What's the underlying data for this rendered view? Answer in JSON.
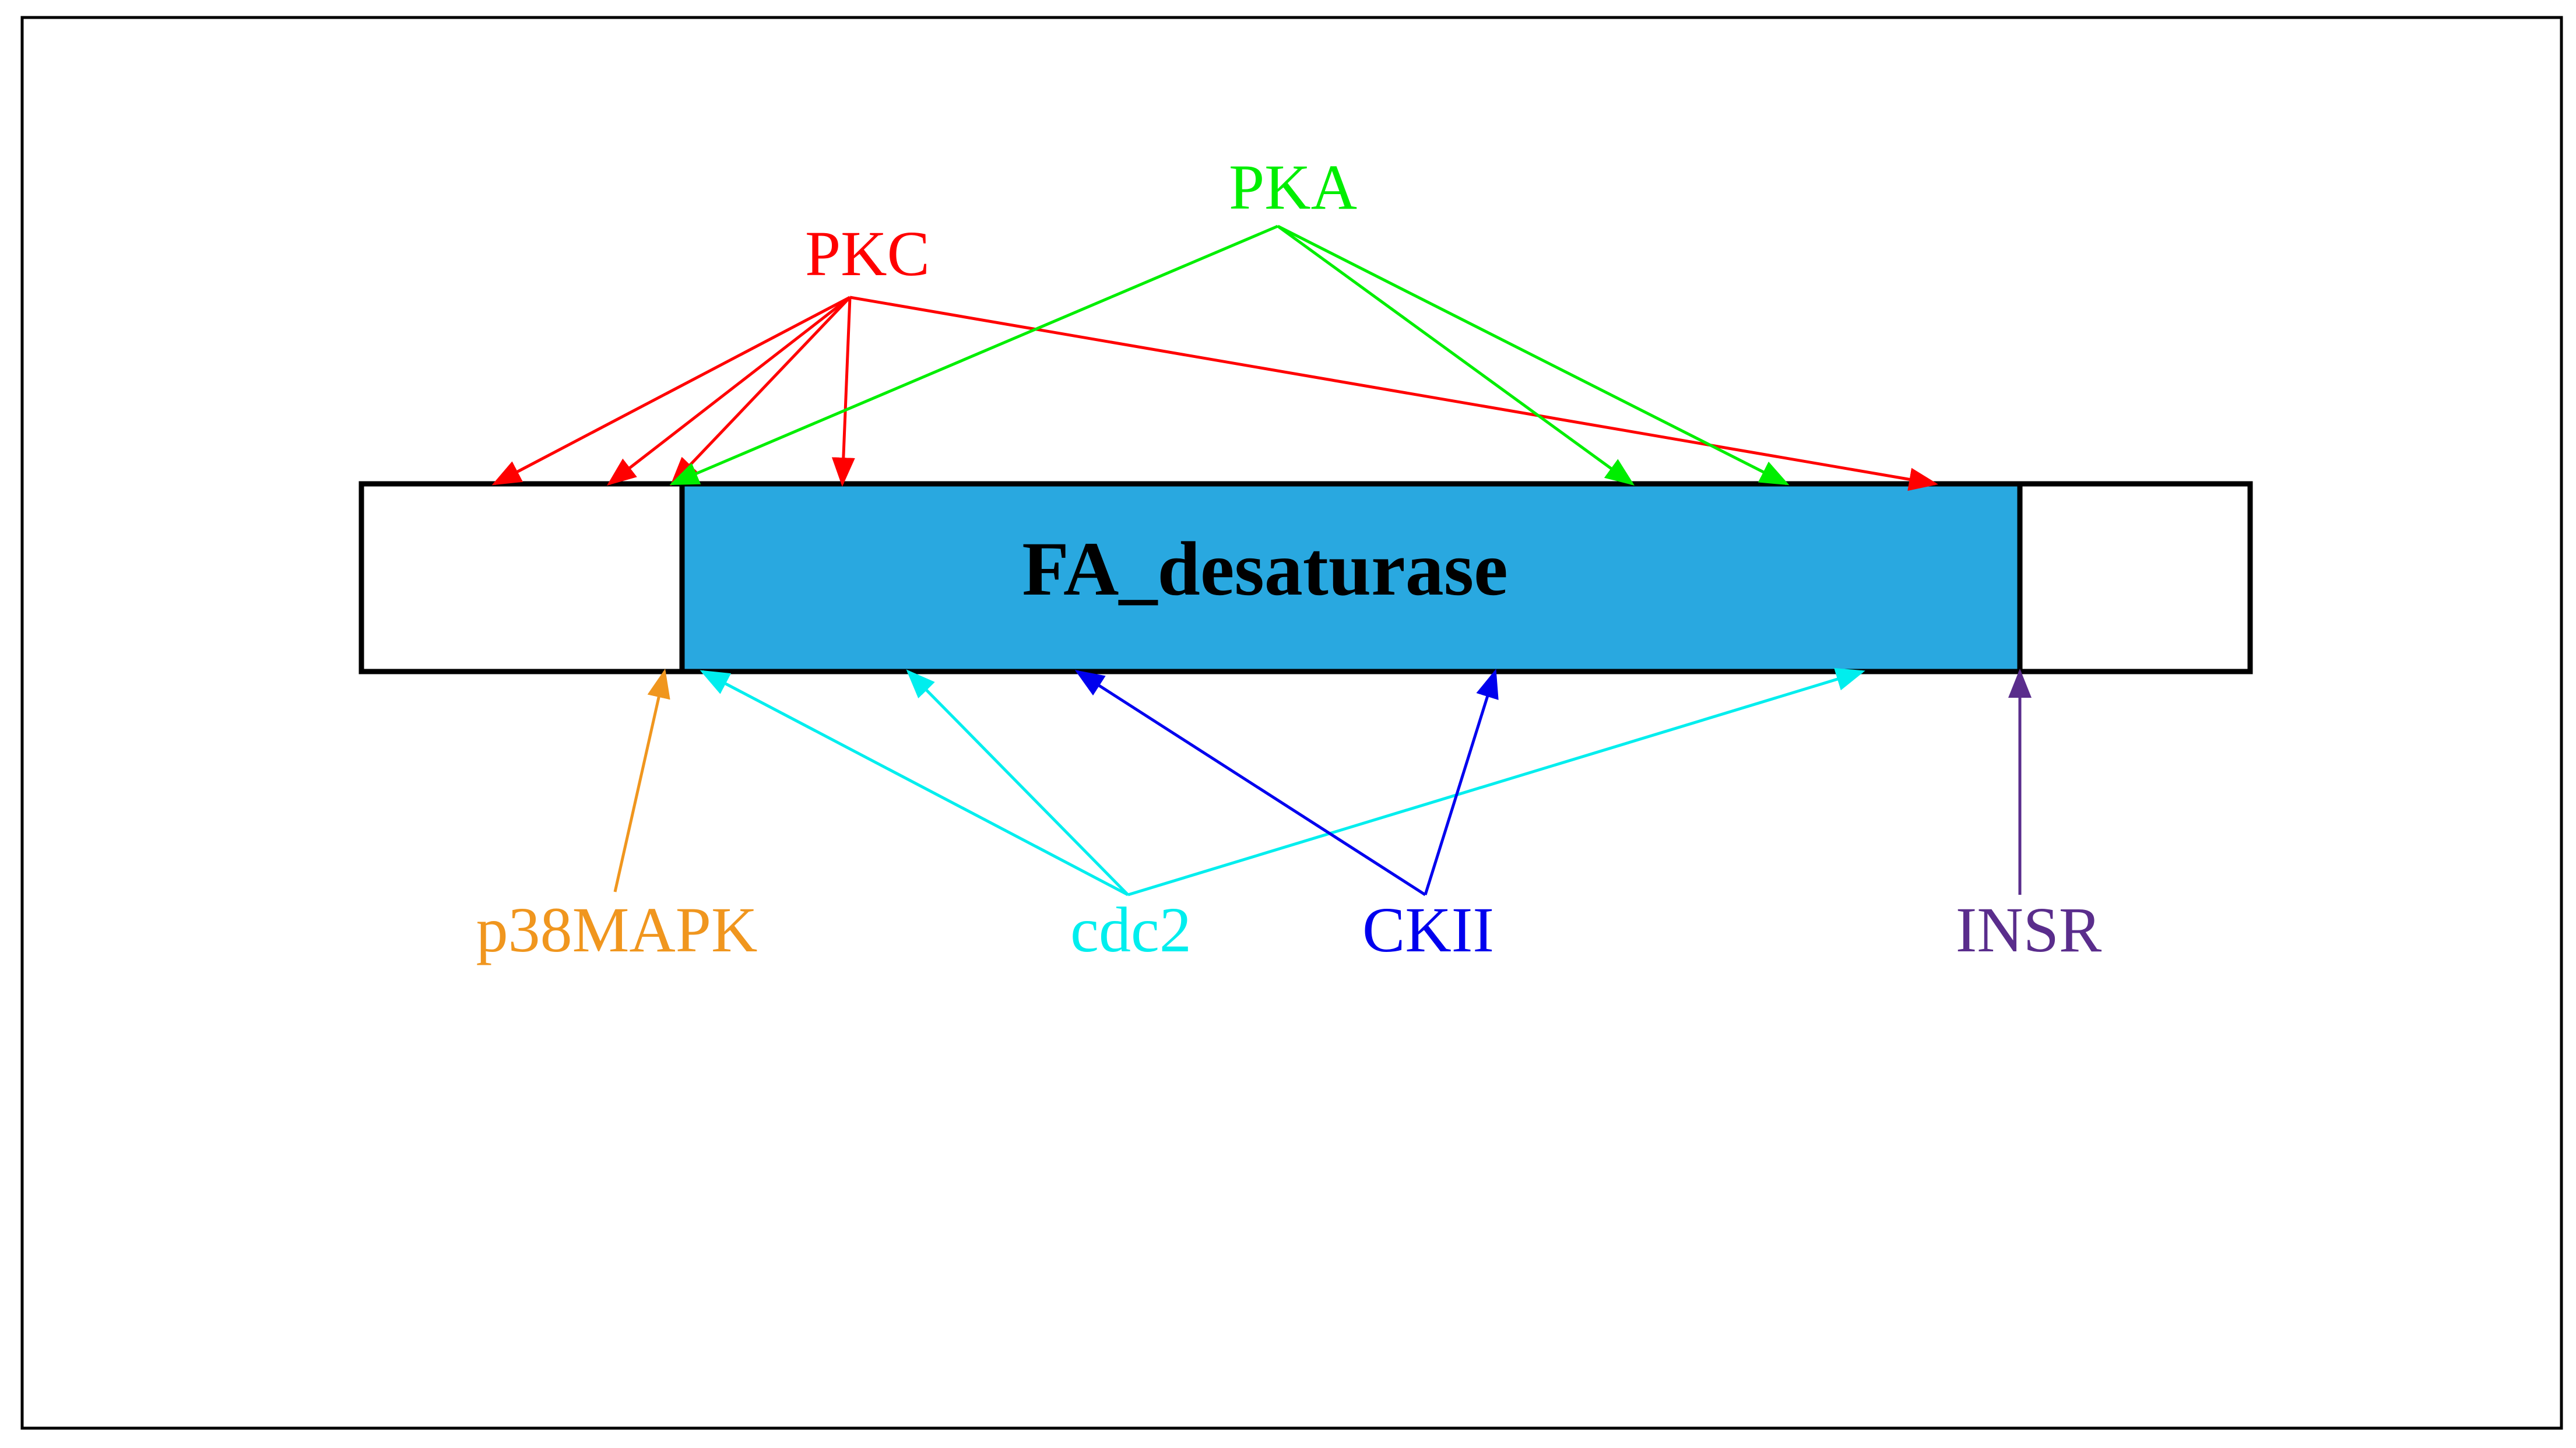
{
  "domain": {
    "name": "FA_desaturase",
    "color": "#29a8e0"
  },
  "kinases": [
    {
      "name": "PKC",
      "color": "#ff0000",
      "targets": 5
    },
    {
      "name": "PKA",
      "color": "#00ee00",
      "targets": 3
    },
    {
      "name": "p38MAPK",
      "color": "#f0961e",
      "targets": 1
    },
    {
      "name": "cdc2",
      "color": "#00eeee",
      "targets": 3
    },
    {
      "name": "CKII",
      "color": "#0000ee",
      "targets": 2
    },
    {
      "name": "INSR",
      "color": "#5a2d8c",
      "targets": 1
    }
  ]
}
